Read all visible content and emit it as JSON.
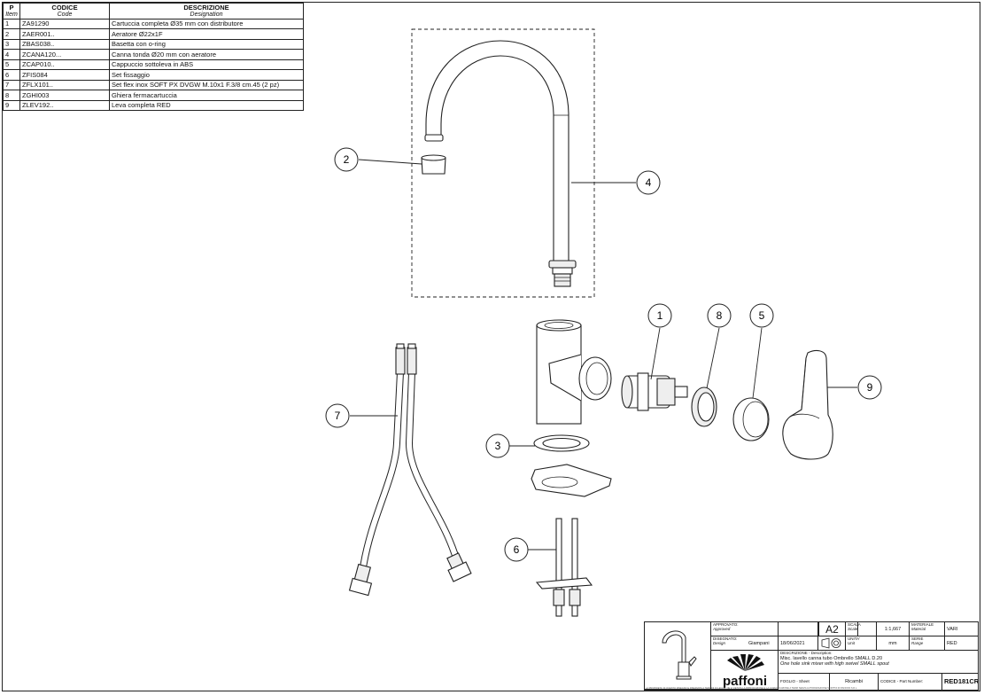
{
  "parts_table": {
    "headers": {
      "item": "P",
      "item_sub": "Item",
      "code": "CODICE",
      "code_sub": "Code",
      "desc": "DESCRIZIONE",
      "desc_sub": "Designation"
    },
    "rows": [
      {
        "item": "1",
        "code": "ZA91290",
        "desc": "Cartuccia completa Ø35 mm con distributore"
      },
      {
        "item": "2",
        "code": "ZAER001..",
        "desc": "Aeratore Ø22x1F"
      },
      {
        "item": "3",
        "code": "ZBAS038..",
        "desc": "Basetta con o-ring"
      },
      {
        "item": "4",
        "code": "ZCANA120...",
        "desc": "Canna tonda Ø20 mm con aeratore"
      },
      {
        "item": "5",
        "code": "ZCAP010..",
        "desc": "Cappuccio sottoleva in ABS"
      },
      {
        "item": "6",
        "code": "ZFIS084",
        "desc": "Set fissaggio"
      },
      {
        "item": "7",
        "code": "ZFLX101..",
        "desc": "Set flex inox SOFT PX DVGW M.10x1 F.3/8 cm.45 (2 pz)"
      },
      {
        "item": "8",
        "code": "ZGHI003",
        "desc": "Ghiera fermacartuccia"
      },
      {
        "item": "9",
        "code": "ZLEV192..",
        "desc": "Leva completa RED"
      }
    ]
  },
  "callouts": {
    "c1": "1",
    "c2": "2",
    "c3": "3",
    "c4": "4",
    "c5": "5",
    "c6": "6",
    "c7": "7",
    "c8": "8",
    "c9": "9"
  },
  "title_block": {
    "approved_label": "APPROVATO:",
    "approved_sub": "Approved",
    "designed_label": "DISEGNATO:",
    "designed_sub": "Design",
    "designer": "Giampani",
    "date": "18/06/2021",
    "format": "A2",
    "scale_label": "SCALA",
    "scale_sub": "Scale",
    "scale_value": "1:1,667",
    "material_label": "MATERIALE",
    "material_sub": "Material",
    "material_value": "VARI",
    "unit_label": "UNITA'",
    "unit_sub": "Unit",
    "unit_value": "mm",
    "series_label": "SERIE",
    "series_sub": "Range",
    "series_value": "RED",
    "description_label": "DESCRIZIONE - Description:",
    "description_it": "Misc. lavello canna tubo Ombrello SMALL D.20",
    "description_en": "One hole sink mixer with high swivel SMALL spout",
    "sheet_label": "FOGLIO - Sheet",
    "sheet_value": "Ricambi",
    "code_label": "CODICE - Part Number:",
    "code_value": "RED181CR",
    "logo_text": "paffoni",
    "footnote": "LA PROPRIETA' DI QUESTO DISEGNO È RISERVATA A TERMINI DI LEGGE. NE È VIETATA LA RIPRODUZIONE E LA COMUNICAZIONE A TERZI SENZA AUTORIZZAZIONE SCRITTA DI PAFFONI S.R.L."
  }
}
